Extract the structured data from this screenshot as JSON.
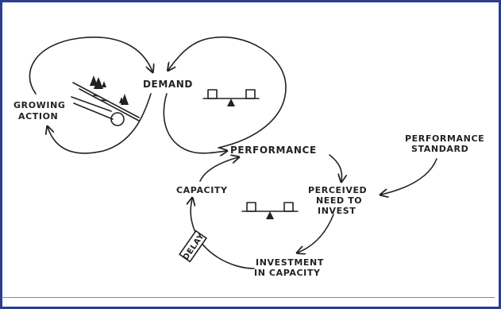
{
  "labels": {
    "growing_action_1": "GROWING",
    "growing_action_2": "ACTION",
    "demand": "DEMAND",
    "performance": "PERFORMANCE",
    "performance_standard_1": "PERFORMANCE",
    "performance_standard_2": "STANDARD",
    "capacity": "CAPACITY",
    "perceived_need_1": "PERCEIVED",
    "perceived_need_2": "NEED TO",
    "perceived_need_3": "INVEST",
    "delay": "DELAY",
    "investment_1": "INVESTMENT",
    "investment_2": "IN CAPACITY"
  },
  "icons": {
    "reinforcing": "snowball-rolling-downhill-icon",
    "balancing": "seesaw-balance-icon"
  },
  "colors": {
    "border": "#2b3f8e",
    "ink": "#222222",
    "background": "#ffffff"
  }
}
